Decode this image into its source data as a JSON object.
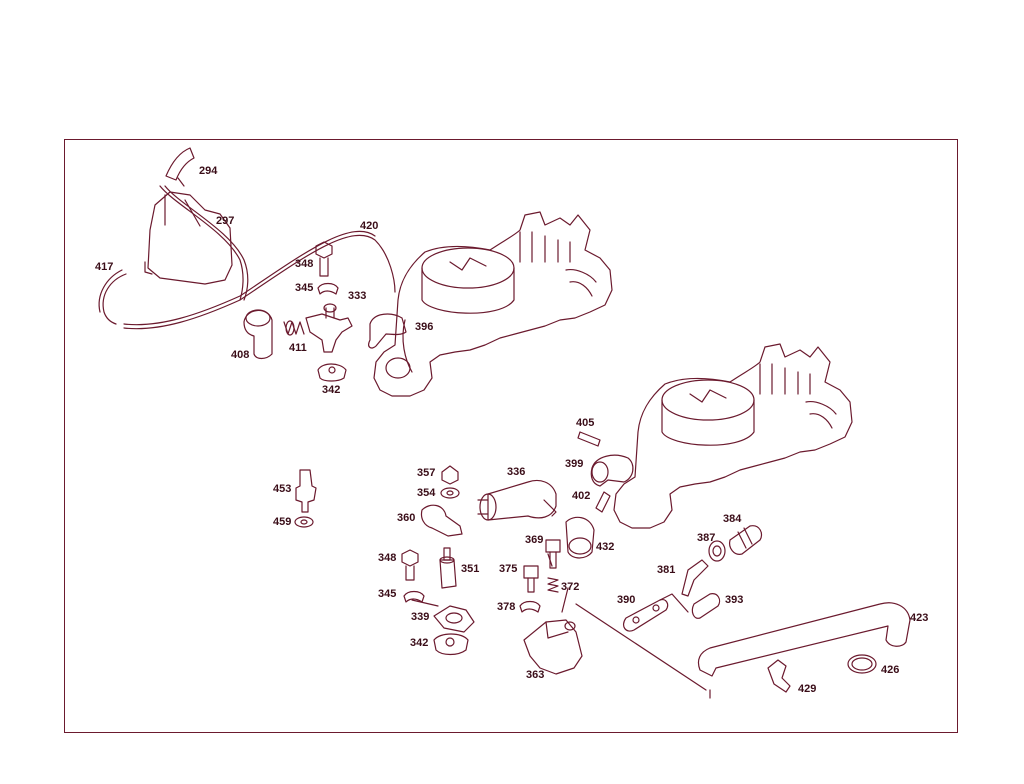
{
  "diagram": {
    "colors": {
      "line": "#6b1a2e",
      "text": "#3a0d18",
      "background": "#ffffff"
    },
    "callouts": {
      "p294": "294",
      "p297": "297",
      "p417": "417",
      "p420": "420",
      "p348a": "348",
      "p345a": "345",
      "p333": "333",
      "p408": "408",
      "p411": "411",
      "p396": "396",
      "p342a": "342",
      "p405": "405",
      "p399": "399",
      "p402": "402",
      "p357": "357",
      "p336": "336",
      "p354": "354",
      "p453": "453",
      "p459": "459",
      "p360": "360",
      "p384": "384",
      "p387": "387",
      "p432": "432",
      "p369": "369",
      "p348b": "348",
      "p351": "351",
      "p381": "381",
      "p375": "375",
      "p372": "372",
      "p345b": "345",
      "p390": "390",
      "p393": "393",
      "p378": "378",
      "p339": "339",
      "p423": "423",
      "p342b": "342",
      "p363": "363",
      "p426": "426",
      "p429": "429"
    }
  }
}
